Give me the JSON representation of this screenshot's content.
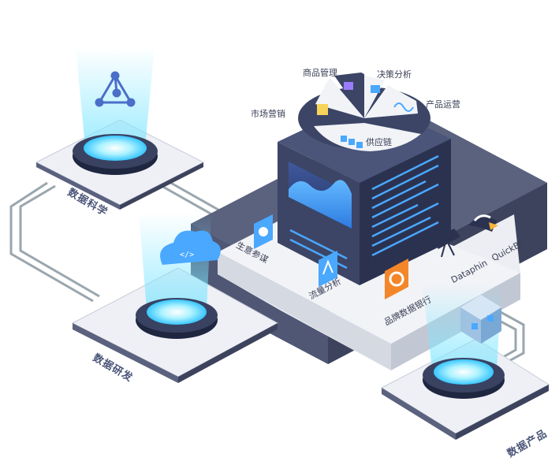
{
  "labels": {
    "data_science": "数据科学",
    "data_dev": "数据研发",
    "data_product": "数据产品",
    "commodity_mgmt": "商品管理",
    "decision_analysis": "决策分析",
    "product_ops": "产品运营",
    "market_sales": "市场营销",
    "supply_chain": "供应链",
    "business_advisor": "生意参谋",
    "traffic_analysis": "流量分析",
    "brand_databank": "品牌数据银行",
    "dataphin": "Dataphin",
    "quickbi": "QuickBI"
  },
  "colors": {
    "platform_dark": "#4f5774",
    "platform_side": "#3d435c",
    "platform_light": "#eceef3",
    "tower_front": "#3c4566",
    "tower_side": "#2b3250",
    "accent_blue": "#4aa8ff",
    "glow": "#7fe6ff",
    "pipe": "#8e9ba3",
    "orange": "#f4862a",
    "label_dark": "#4a5578"
  },
  "icons": [
    "triangle-molecule-icon",
    "cloud-icon",
    "cube-icon",
    "compass-icon",
    "pin-icon",
    "brand-logo-icon",
    "telescope-icon",
    "eagle-icon"
  ]
}
